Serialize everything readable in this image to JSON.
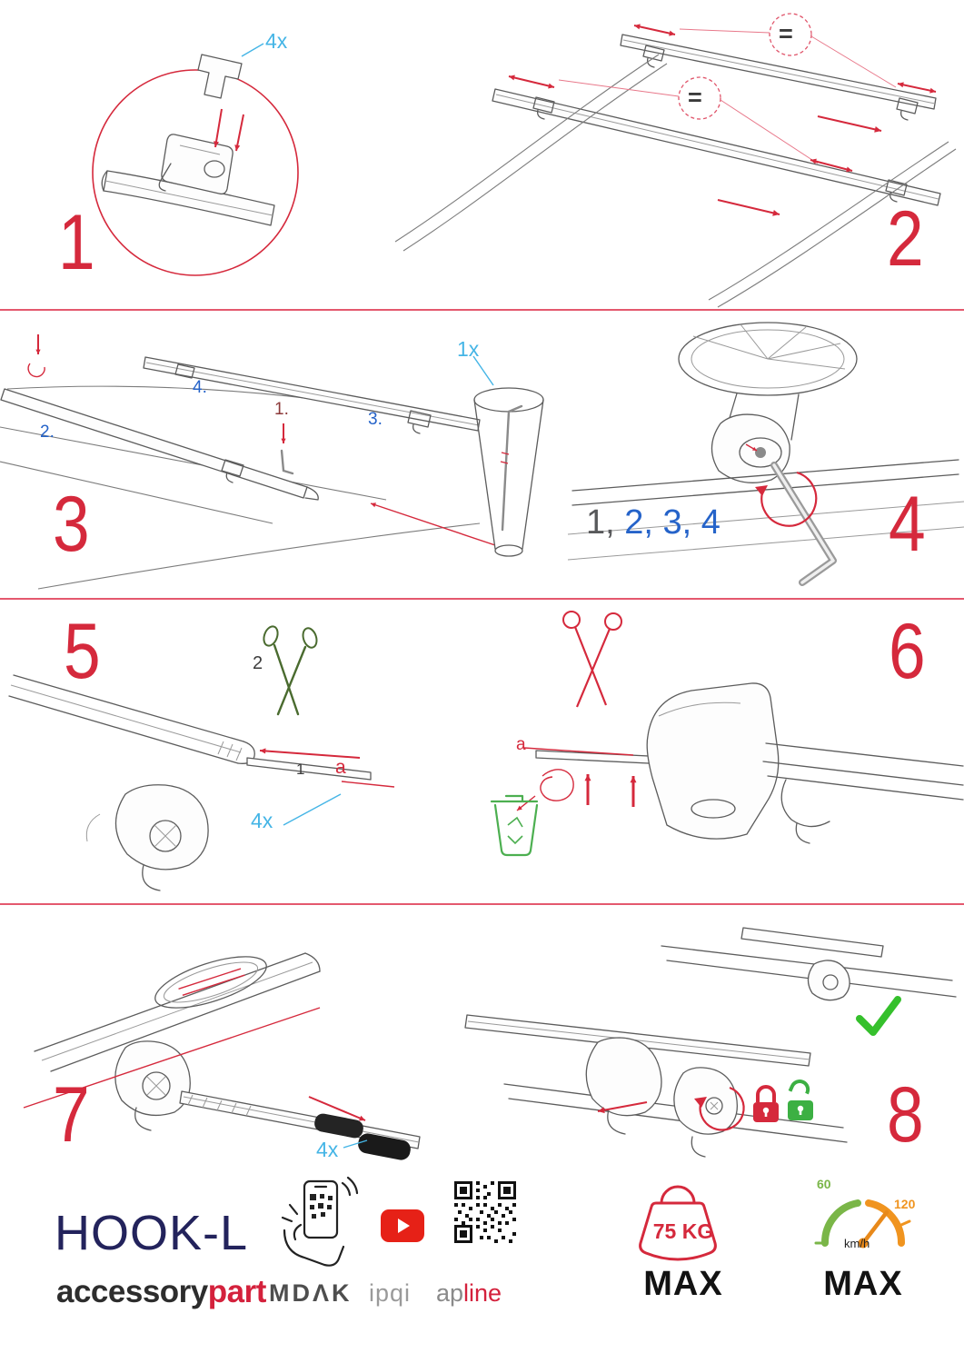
{
  "steps": {
    "s1": {
      "num": "1",
      "qty": "4x"
    },
    "s2": {
      "num": "2",
      "eq1": "=",
      "eq2": "="
    },
    "s3": {
      "num": "3",
      "qty": "1x",
      "sub1": "1.",
      "sub2": "2.",
      "sub3": "3.",
      "sub4": "4."
    },
    "s4": {
      "num": "4",
      "seq_done": "1,",
      "seq_rest": "2, 3, 4"
    },
    "s5": {
      "num": "5",
      "cut": "2",
      "insert": "1",
      "strip": "a",
      "qty": "4x"
    },
    "s6": {
      "num": "6",
      "strip": "a"
    },
    "s7": {
      "num": "7",
      "qty": "4x"
    },
    "s8": {
      "num": "8"
    }
  },
  "footer": {
    "product": "HOOK-L",
    "brand_left": "accessory",
    "brand_right": "part",
    "logo_mdak": "MDΛK",
    "logo_ipqi": "ipqi",
    "logo_ap": "ap",
    "logo_line": "line",
    "weight_value": "75 KG",
    "weight_max": "MAX",
    "speed_low": "60",
    "speed_high": "120",
    "speed_unit": "km/h",
    "speed_max": "MAX"
  },
  "colors": {
    "step_red": "#d5293c",
    "cyan": "#45b5e6",
    "blue": "#2563c9",
    "navy": "#23235c",
    "green": "#3cb043",
    "orange": "#f0941f",
    "divider": "#e4586e"
  }
}
